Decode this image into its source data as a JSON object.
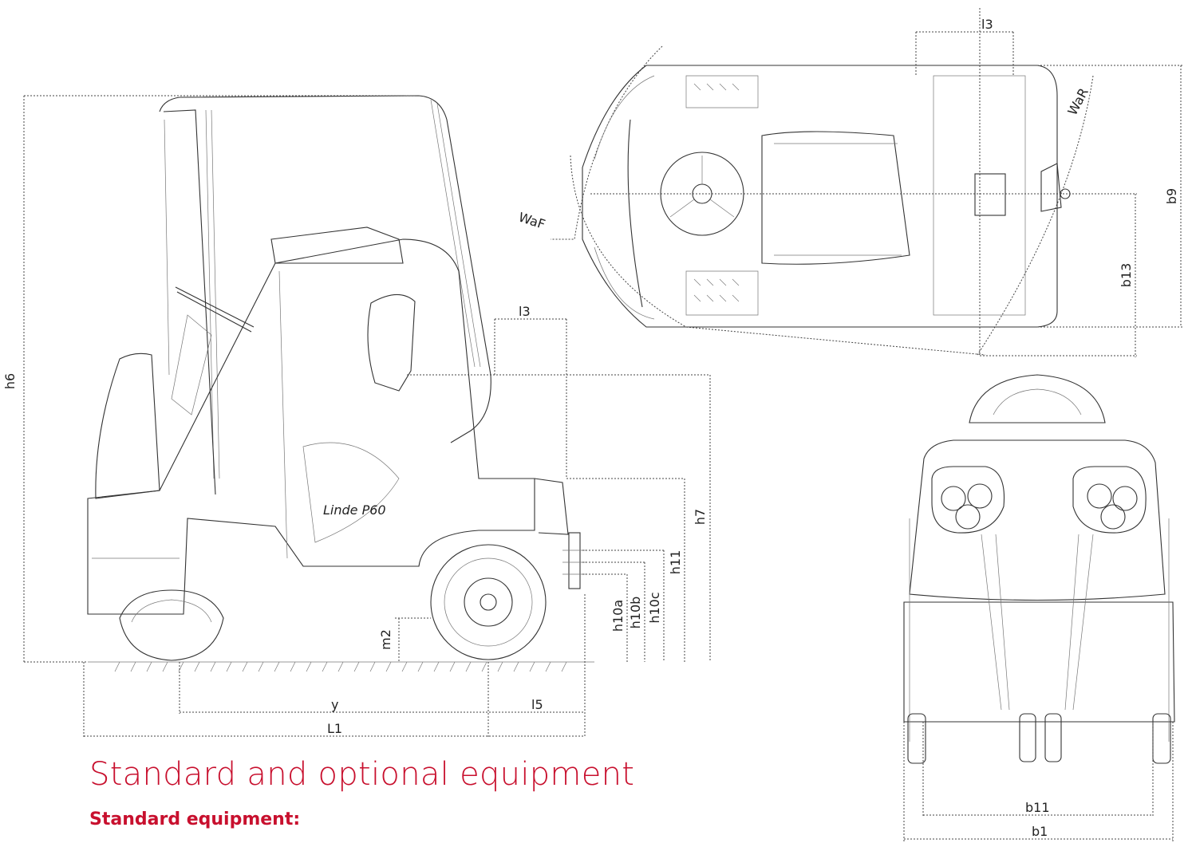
{
  "diagram": {
    "side_view_labels": {
      "h6": "h6",
      "l3": "l3",
      "h7": "h7",
      "h11": "h11",
      "h10a": "h10a",
      "h10b": "h10b",
      "h10c": "h10c",
      "m2": "m2",
      "y": "y",
      "l5": "l5",
      "L1": "L1"
    },
    "top_view_labels": {
      "l3": "l3",
      "WaR": "WaR",
      "WaF": "WaF",
      "b9": "b9",
      "b13": "b13"
    },
    "rear_view_labels": {
      "b11": "b11",
      "b1": "b1"
    },
    "logo_text": "Linde P60"
  },
  "text": {
    "heading": "Standard and optional equipment",
    "subheading": "Standard equipment:"
  }
}
